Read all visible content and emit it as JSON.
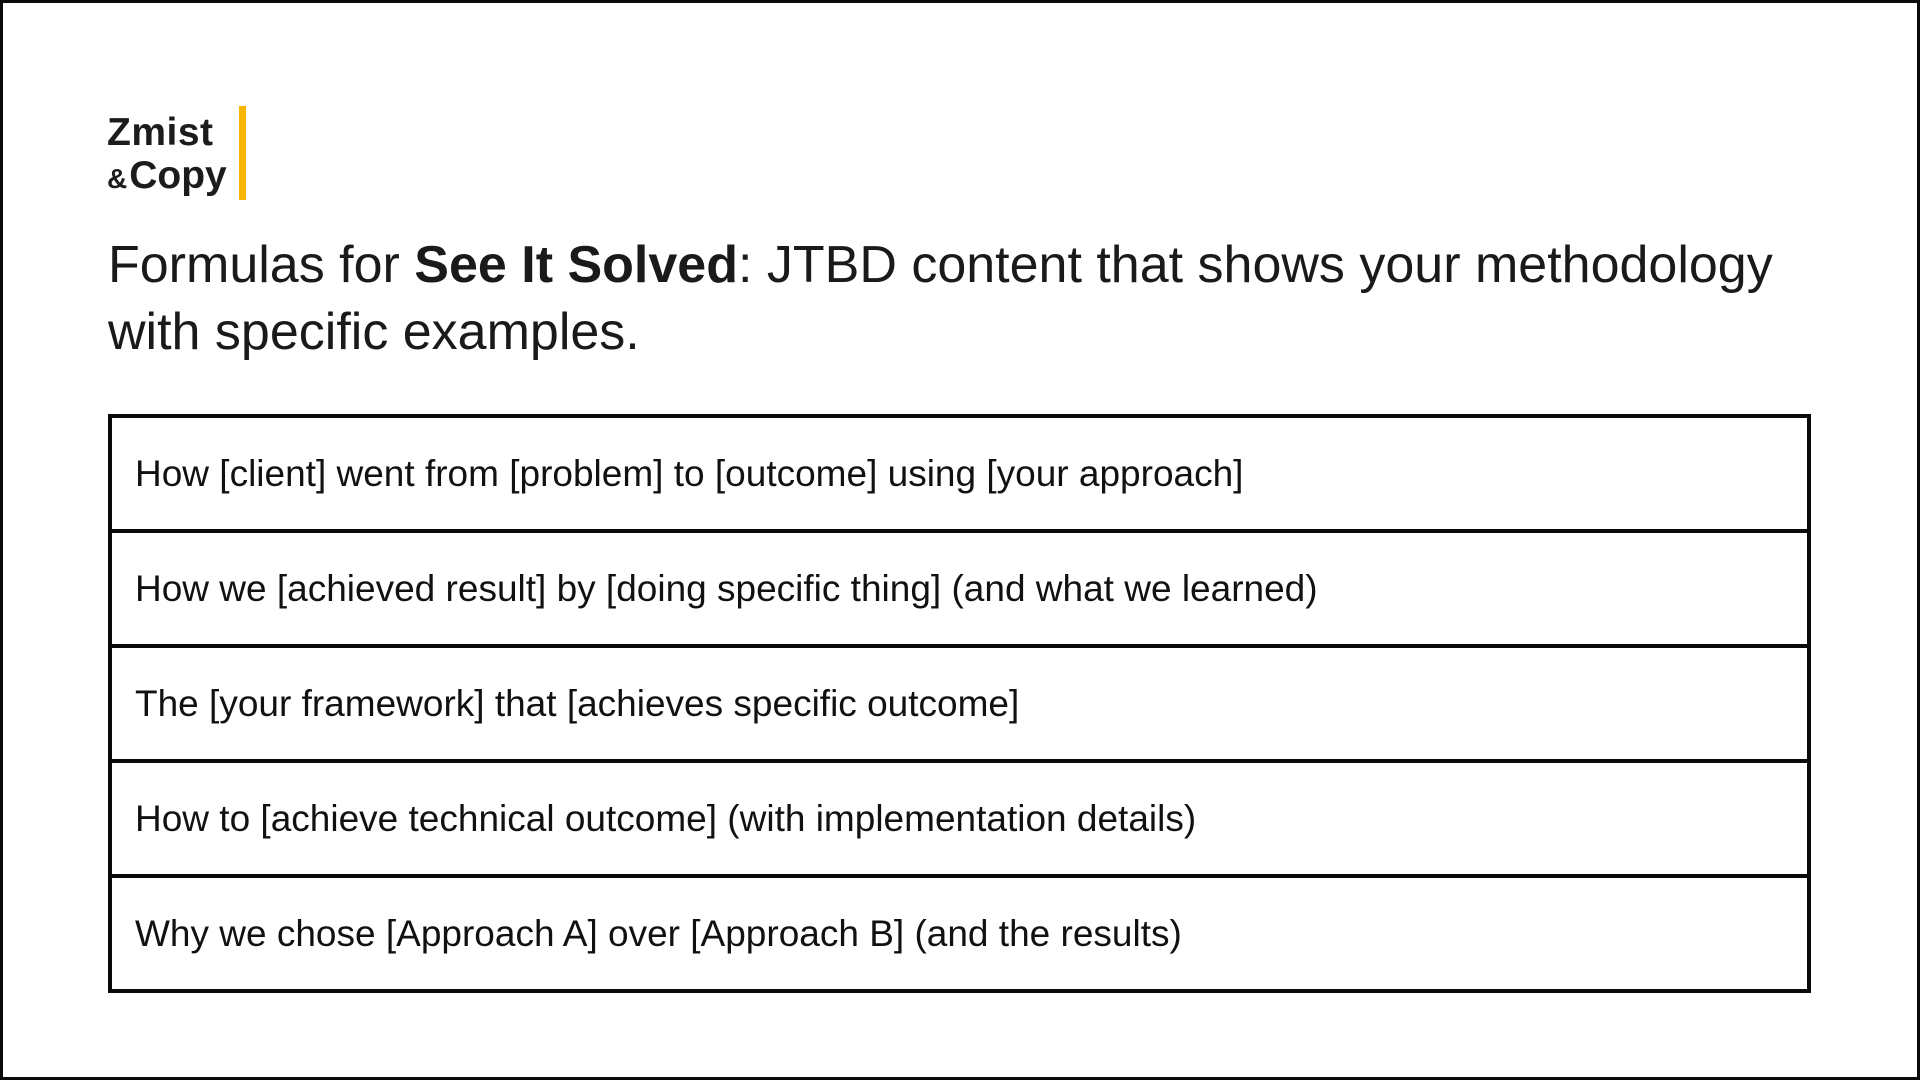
{
  "logo": {
    "line1": "Zmist",
    "ampersand": "&",
    "line2": "Copy",
    "accent_color": "#f7b500"
  },
  "title": {
    "prefix": "Formulas for ",
    "emphasis": "See It Solved",
    "suffix": ": JTBD content that shows your methodology with specific examples."
  },
  "formulas": [
    "How [client] went from [problem] to [outcome] using [your approach]",
    "How we [achieved result] by [doing specific thing] (and what we learned)",
    "The [your framework] that [achieves specific outcome]",
    "How to [achieve technical outcome] (with implementation details)",
    "Why we chose [Approach A] over [Approach B] (and the results)"
  ]
}
